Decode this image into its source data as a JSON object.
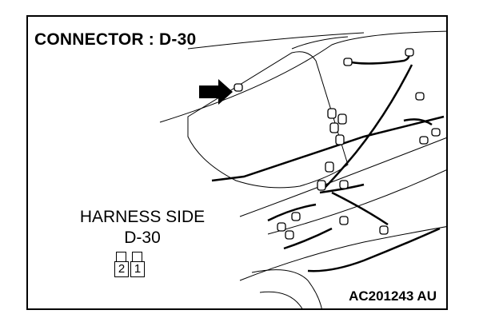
{
  "diagram": {
    "title": "CONNECTOR : D-30",
    "harness_label": [
      "HARNESS SIDE",
      "D-30"
    ],
    "connector_pins": [
      "2",
      "1"
    ],
    "figure_code": "AC201243 AU"
  }
}
